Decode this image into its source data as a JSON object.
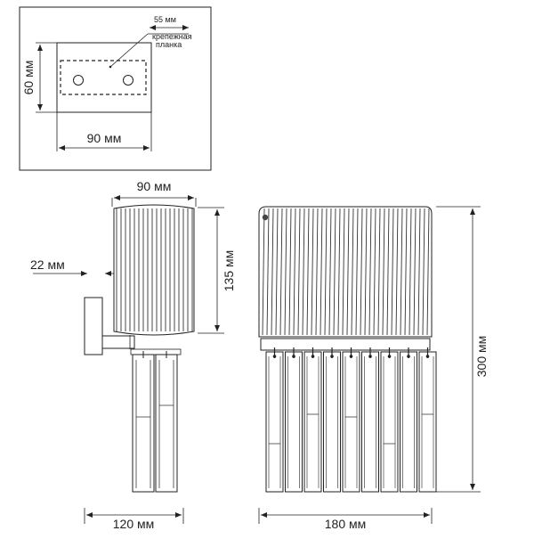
{
  "inset": {
    "width_label": "90 мм",
    "height_label": "60 мм",
    "plate_width_label": "55 мм",
    "plate_note_line1": "крепежная",
    "plate_note_line2": "планка"
  },
  "side_view": {
    "top_width_label": "90 мм",
    "shade_height_label": "135 мм",
    "wall_offset_label": "22 мм",
    "depth_label": "120 мм"
  },
  "front_view": {
    "total_height_label": "300 мм",
    "width_label": "180 мм"
  }
}
